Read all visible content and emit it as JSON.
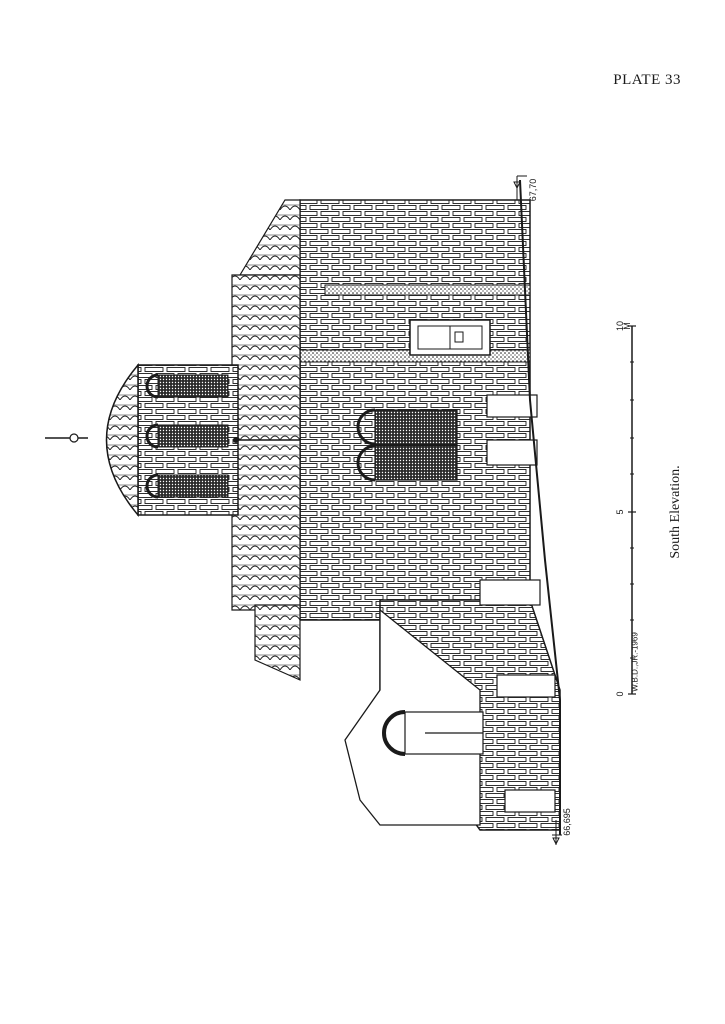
{
  "page": {
    "plate_label": "PLATE 33",
    "caption": "South Elevation.",
    "credit": "W.B.D.,JR.-1969",
    "elevation_top": "67,70",
    "elevation_bottom": "66,695"
  },
  "scale_bar": {
    "labels": [
      "0",
      "5",
      "10"
    ],
    "unit": "M"
  },
  "colors": {
    "ink": "#1a1a1a",
    "paper": "#ffffff"
  }
}
